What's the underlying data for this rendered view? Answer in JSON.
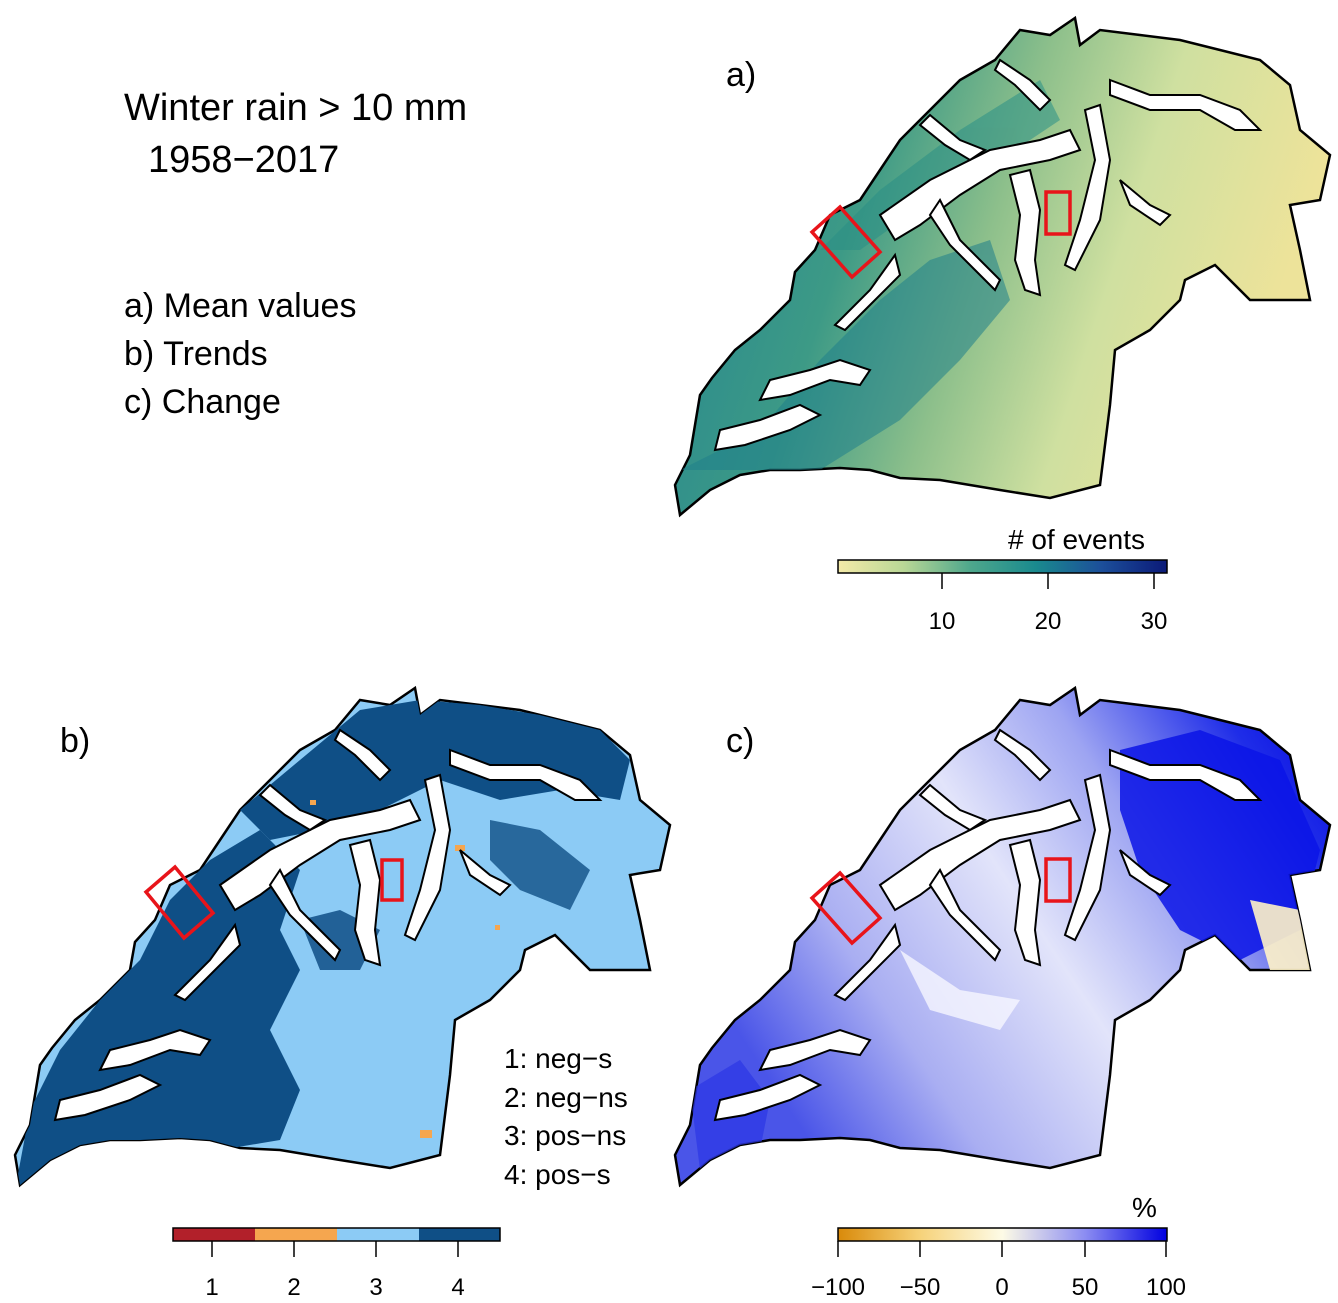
{
  "figure": {
    "title_line1": "Winter rain > 10 mm",
    "title_line2": "1958−2017",
    "descriptions": [
      "a) Mean values",
      "b) Trends",
      "c) Change"
    ]
  },
  "panels": [
    {
      "id": "a",
      "label": "a)",
      "colorbar": {
        "title": "# of events",
        "ticks": [
          "10",
          "20",
          "30"
        ],
        "range": [
          0,
          31
        ],
        "colors": [
          "#f2e6a0",
          "#7ab98c",
          "#1a8c8a",
          "#1f5fa0",
          "#0b1b7a"
        ]
      }
    },
    {
      "id": "b",
      "label": "b)",
      "legend_entries": [
        "1: neg−s",
        "2: neg−ns",
        "3: pos−ns",
        "4: pos−s"
      ],
      "colorbar": {
        "ticks": [
          "1",
          "2",
          "3",
          "4"
        ],
        "classes": [
          1,
          2,
          3,
          4
        ],
        "colors": [
          "#b2202a",
          "#f5a64f",
          "#8ccbf5",
          "#0f4f86"
        ]
      }
    },
    {
      "id": "c",
      "label": "c)",
      "colorbar": {
        "title": "%",
        "ticks": [
          "−100",
          "−50",
          "0",
          "50",
          "100"
        ],
        "range": [
          -100,
          100
        ],
        "colors": [
          "#d98a0a",
          "#f7d57c",
          "#fdfbe6",
          "#8e8ef2",
          "#0000e0"
        ]
      }
    }
  ],
  "highlight_color": "#e8141a"
}
